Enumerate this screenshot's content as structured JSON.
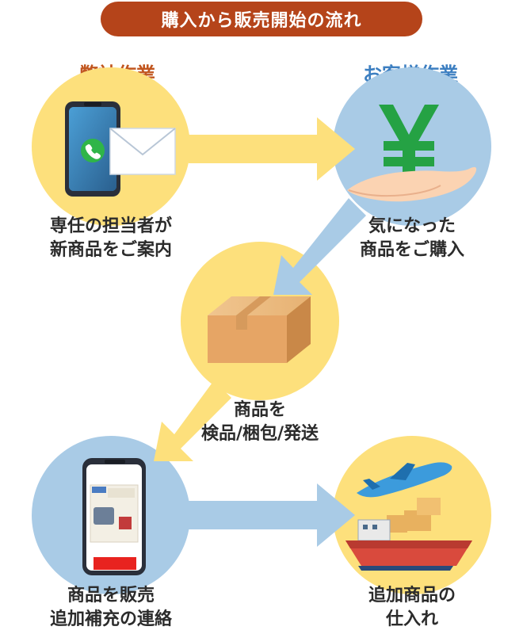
{
  "title": "購入から販売開始の流れ",
  "roles": {
    "ours": "弊社作業",
    "customer": "お客様作業"
  },
  "steps": [
    {
      "id": "step1",
      "lines": [
        "専任の担当者が",
        "新商品をご案内"
      ],
      "icon": "phone-mail-icon",
      "circle": "yellow"
    },
    {
      "id": "step2",
      "lines": [
        "気になった",
        "商品をご購入"
      ],
      "icon": "yen-hand-icon",
      "circle": "blue"
    },
    {
      "id": "step3",
      "lines": [
        "商品を",
        "検品/梱包/発送"
      ],
      "icon": "cardboard-box-icon",
      "circle": "yellow"
    },
    {
      "id": "step4",
      "lines": [
        "商品を販売",
        "追加補充の連絡"
      ],
      "icon": "smartphone-shop-icon",
      "circle": "blue"
    },
    {
      "id": "step5",
      "lines": [
        "追加商品の",
        "仕入れ"
      ],
      "icon": "plane-ship-icon",
      "circle": "yellow"
    }
  ],
  "colors": {
    "title_bg": "#b5441a",
    "ours_text": "#c1561f",
    "customer_text": "#3d7fc1",
    "circle_yellow": "#fde07c",
    "circle_blue": "#a9cbe6",
    "arrow_yellow": "#fde07c",
    "arrow_blue": "#a9cbe6",
    "yen_green": "#25a244"
  }
}
